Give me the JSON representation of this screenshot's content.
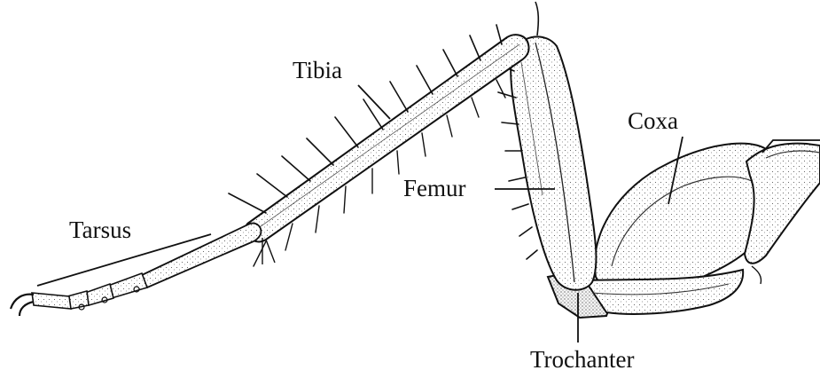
{
  "labels": {
    "tibia": "Tibia",
    "coxa": "Coxa",
    "femur": "Femur",
    "tarsus": "Tarsus",
    "trochanter": "Trochanter"
  }
}
